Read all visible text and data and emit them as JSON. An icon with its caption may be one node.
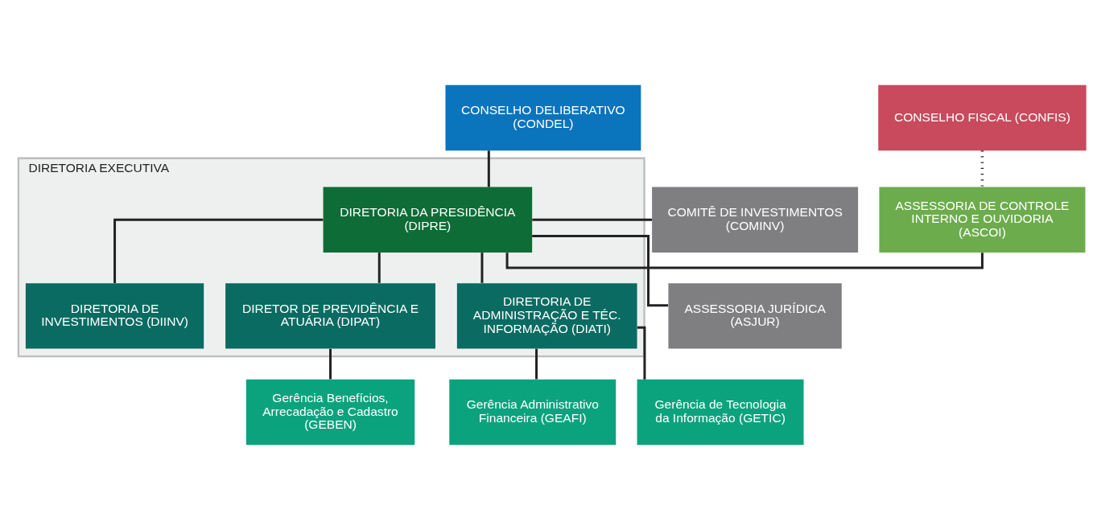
{
  "diagram": {
    "nodes": [
      {
        "text": [
          "CONSELHO DELIBERATIVO (CONDEL)"
        ]
      },
      {
        "text": [
          "CONSELHO FISCAL (CONFIS)"
        ]
      },
      {
        "text": [
          "DIRETORIA EXECUTIVA"
        ]
      },
      {
        "text": [
          "COMITÊ DE INVESTIMENTOS (COMINV)"
        ]
      },
      {
        "text": [
          "DIRETORIA DA PRESIDÊNCIA (DIPRE)"
        ],
        "in": 2
      },
      {
        "text": [
          "ASSESSORIA DE CONTROLE INTERNO E OUVIDORIA (ASCOI)"
        ]
      },
      {
        "text": [
          "ASSESSORIA JURÍDICA (ASJUR)"
        ]
      },
      {
        "text": [
          "DIRETORIA DE INVESTIMENTOS (DIINV)"
        ],
        "in": 2
      },
      {
        "text": [
          "DIRETOR DE PREVIDÊNCIA E ATUÁRIA (DIPAT)"
        ],
        "in": 2
      },
      {
        "text": [
          "DIRETORIA DE ADMINISTRAÇÃO E TÉC. INFORMAÇÃO (DIATI)"
        ],
        "in": 2
      },
      {
        "text": [
          "Gerência Benefícios, Arrecadação e Cadastro (GEBEN)"
        ]
      },
      {
        "text": [
          "Gerência Administrativo Financeira (GEAFI)"
        ]
      },
      {
        "text": [
          "Gerência de Tecnologia da Informação (GETIC)"
        ]
      }
    ],
    "edges": [
      {
        "from": 0,
        "to": 4,
        "arrow": "none"
      },
      {
        "from": 1,
        "to": 5,
        "arrow": "none",
        "style": "dashed"
      },
      {
        "from": 3,
        "to": 4,
        "arrow": "none"
      },
      {
        "from": 6,
        "to": 4,
        "arrow": "none"
      },
      {
        "from": 4,
        "to": 5,
        "arrow": "none"
      },
      {
        "from": 4,
        "to": 7,
        "arrow": "none"
      },
      {
        "from": 4,
        "to": 8,
        "arrow": "none"
      },
      {
        "from": 4,
        "to": 9,
        "arrow": "none"
      },
      {
        "from": 8,
        "to": 10,
        "arrow": "none"
      },
      {
        "from": 9,
        "to": 11,
        "arrow": "none"
      },
      {
        "from": 9,
        "to": 12,
        "arrow": "none"
      }
    ]
  }
}
